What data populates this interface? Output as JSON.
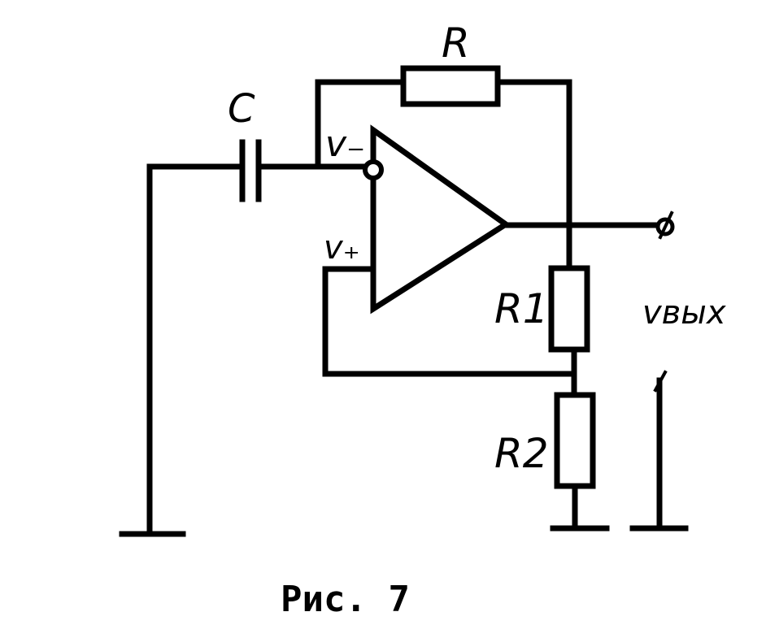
{
  "labels": {
    "r": "R",
    "c": "C",
    "v_minus": "v₋",
    "v_plus": "v₊",
    "r1": "R1",
    "r2": "R2",
    "v_out": "vвых"
  },
  "caption": "Рис. 7"
}
